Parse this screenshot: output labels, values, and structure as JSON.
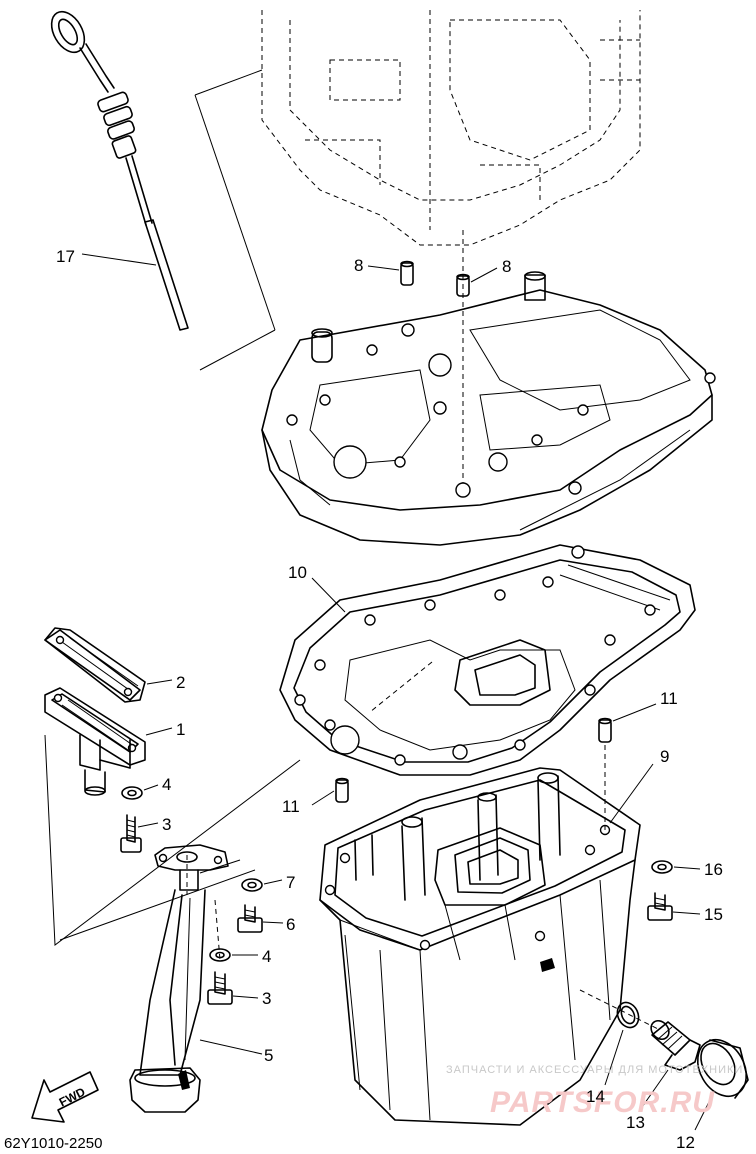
{
  "diagram_code": "62Y1010-2250",
  "direction_label": "FWD",
  "watermark": {
    "line1": "ЗАПЧАСТИ И АКСЕССУАРЫ ДЛЯ МОТОТЕХНИКИ",
    "line2": "PARTSFOR.RU"
  },
  "callouts": {
    "c1": "1",
    "c2": "2",
    "c3a": "3",
    "c3b": "3",
    "c4a": "4",
    "c4b": "4",
    "c5": "5",
    "c6": "6",
    "c7": "7",
    "c8a": "8",
    "c8b": "8",
    "c9": "9",
    "c10": "10",
    "c11a": "11",
    "c11b": "11",
    "c12": "12",
    "c13": "13",
    "c14": "14",
    "c15": "15",
    "c16": "16",
    "c17": "17"
  }
}
